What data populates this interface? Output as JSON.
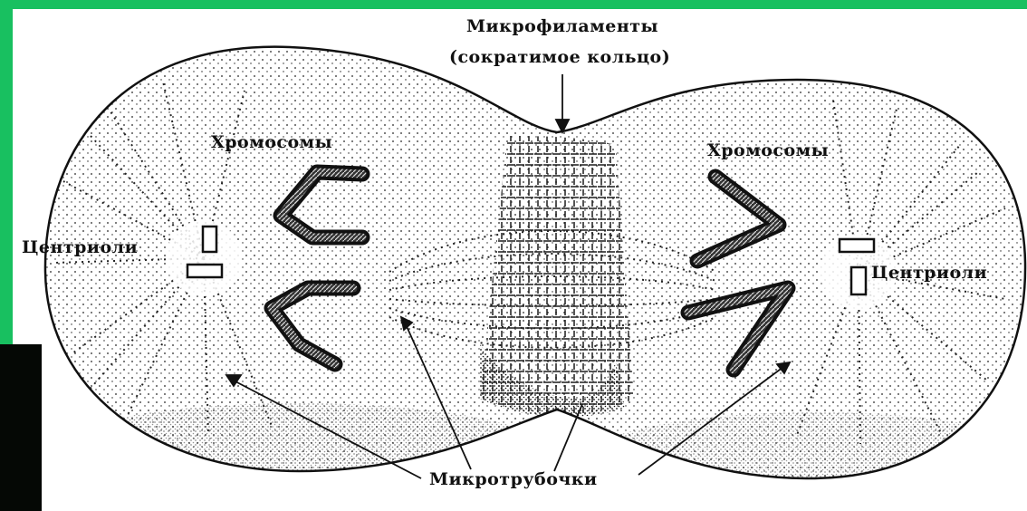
{
  "labels": {
    "microfilaments_line1": "Микрофиламенты",
    "microfilaments_line2": "(сократимое кольцо)",
    "chromosomes_left": "Хромосомы",
    "chromosomes_right": "Хромосомы",
    "centrioles_left": "Центриоли",
    "centrioles_right": "Центриоли",
    "microtubules": "Микротрубочки"
  },
  "colors": {
    "background": "#18c060",
    "ink": "#111111",
    "paper": "#ffffff"
  }
}
